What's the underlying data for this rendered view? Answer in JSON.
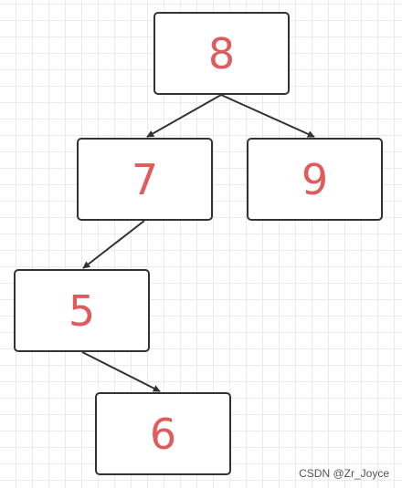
{
  "diagram": {
    "nodes": {
      "root": "8",
      "left": "7",
      "right": "9",
      "left_left": "5",
      "left_left_right": "6"
    },
    "edges": [
      {
        "from": "8",
        "to": "7"
      },
      {
        "from": "8",
        "to": "9"
      },
      {
        "from": "7",
        "to": "5"
      },
      {
        "from": "5",
        "to": "6"
      }
    ],
    "colors": {
      "node_text": "#e05c5c",
      "node_border": "#333333",
      "edge": "#333333",
      "grid": "#ebebeb"
    }
  },
  "watermark": "CSDN @Zr_Joyce"
}
